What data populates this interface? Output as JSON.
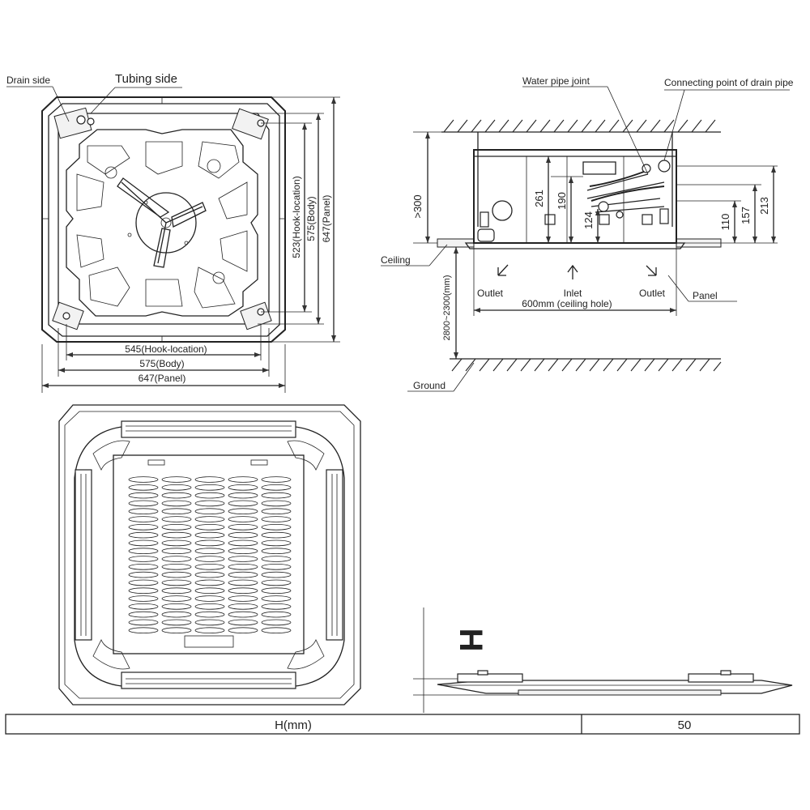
{
  "top_view": {
    "drain_side_label": "Drain side",
    "tubing_side_label": "Tubing side",
    "hook_location_h": "545(Hook-location)",
    "body_h": "575(Body)",
    "panel_h": "647(Panel)",
    "hook_location_v": "523(Hook-location)",
    "body_v": "575(Body)",
    "panel_v": "647(Panel)"
  },
  "side_view": {
    "water_pipe_joint": "Water pipe joint",
    "drain_pipe_point": "Connecting point of drain pipe",
    "ceiling_label": "Ceiling",
    "ground_label": "Ground",
    "panel_label": "Panel",
    "outlet_left": "Outlet",
    "inlet": "Inlet",
    "outlet_right": "Outlet",
    "ceiling_hole": "600mm (ceiling hole)",
    "above_ceiling": ">300",
    "floor_height": "2800~2300(mm)",
    "dim_261": "261",
    "dim_190": "190",
    "dim_124": "124",
    "dim_110": "110",
    "dim_157": "157",
    "dim_213": "213"
  },
  "panel_profile": {
    "symbol": "H"
  },
  "table": {
    "header": "H(mm)",
    "value": "50"
  }
}
